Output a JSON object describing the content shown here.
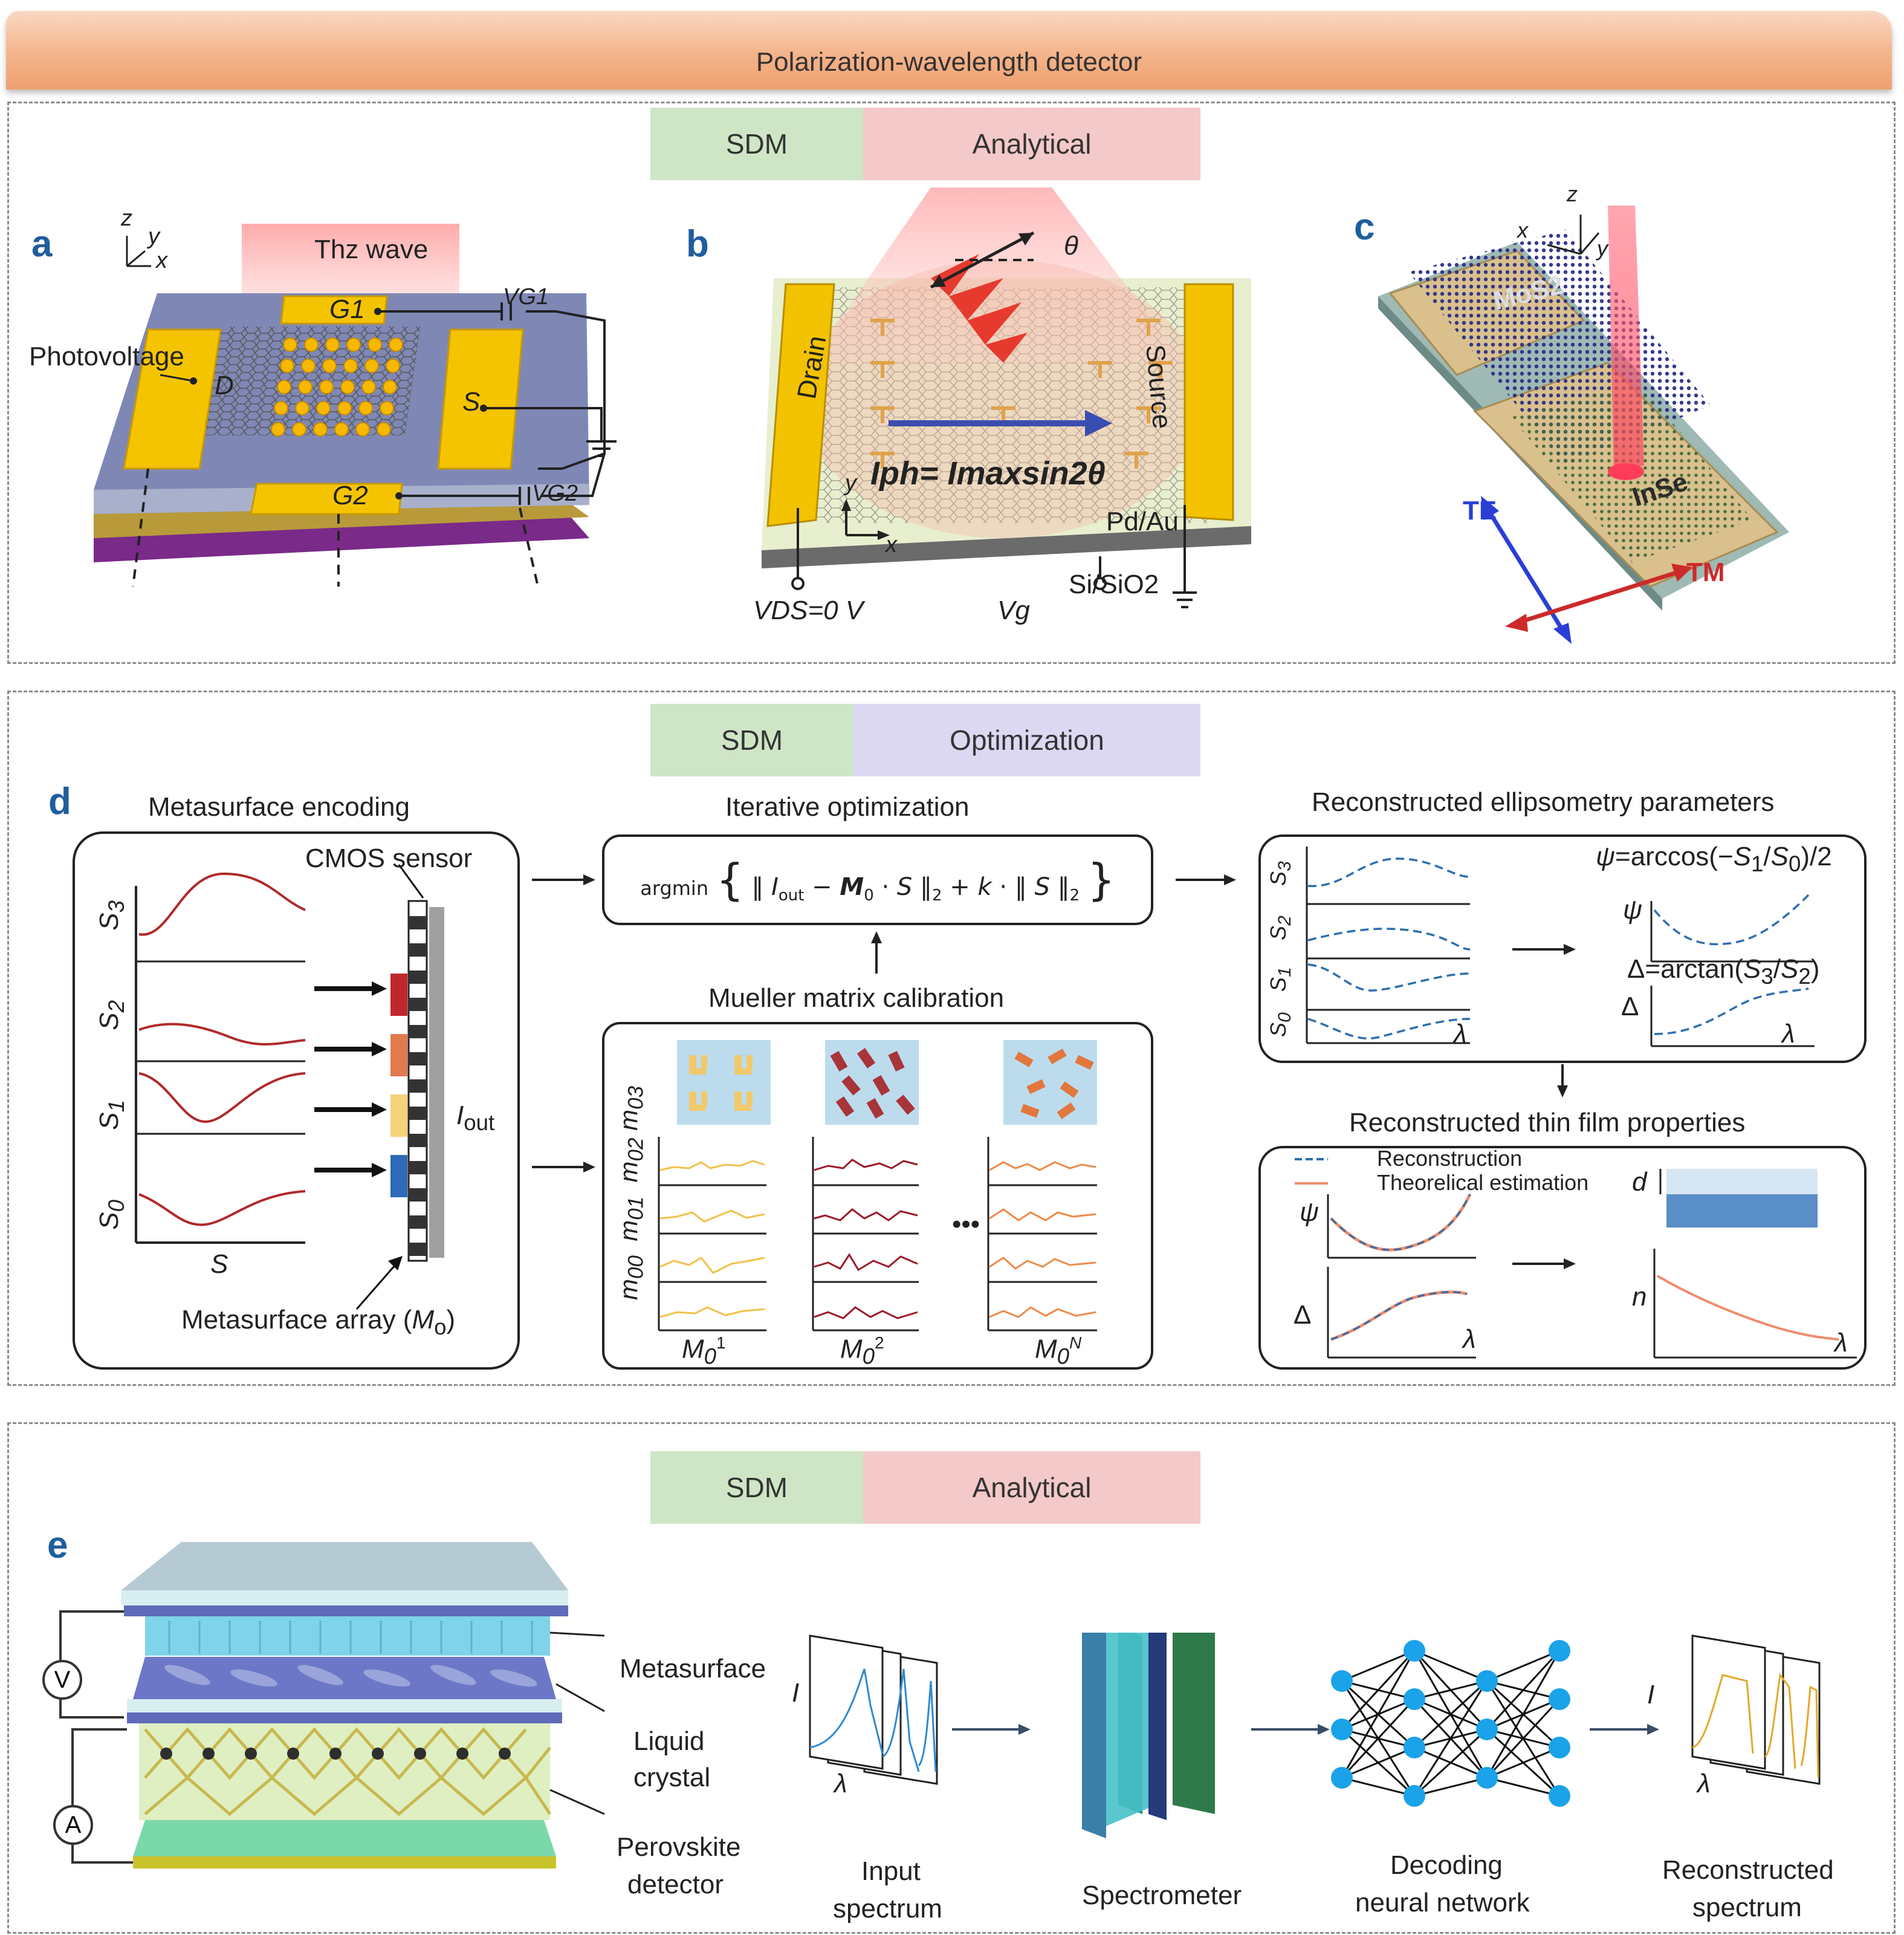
{
  "header": {
    "title": "Polarization-wavelength detector"
  },
  "panel1": {
    "tags": [
      "SDM",
      "Analytical"
    ],
    "a": {
      "letter": "a",
      "wave": "Thz wave",
      "photovoltage": "Photovoltage",
      "D": "D",
      "S": "S",
      "G1": "G1",
      "G2": "G2",
      "VG1": "VG1",
      "VG2": "VG2",
      "axes": [
        "z",
        "y",
        "x"
      ]
    },
    "b": {
      "letter": "b",
      "theta": "θ",
      "drain": "Drain",
      "source": "Source",
      "formula": "Iph= Imaxsin2θ",
      "pdau": "Pd/Au",
      "sisio2": "Si/SiO2",
      "vds": "VDS=0 V",
      "vg": "Vg",
      "axes": [
        "y",
        "x"
      ]
    },
    "c": {
      "letter": "c",
      "mos2": "MoS2",
      "inse": "InSe",
      "te": "TE",
      "tm": "TM",
      "axes": [
        "z",
        "x",
        "y"
      ]
    }
  },
  "panel2": {
    "tags": [
      "SDM",
      "Optimization"
    ],
    "d": {
      "letter": "d",
      "encoding_title": "Metasurface encoding",
      "cmos": "CMOS sensor",
      "stokes": [
        "S3",
        "S2",
        "S1",
        "S0"
      ],
      "s_axis": "S",
      "iout": "Iout",
      "array": "Metasurface array (Mo)",
      "iter_title": "Iterative optimization",
      "argmin": "argmin",
      "mueller_title": "Mueller matrix calibration",
      "mueller_rows": [
        "m03",
        "m02",
        "m01",
        "m00"
      ],
      "mueller_labels": [
        "M01",
        "M02",
        "M0N"
      ],
      "dots": "•••",
      "ellip_title": "Reconstructed ellipsometry parameters",
      "ellip_rows": [
        "S3",
        "S2",
        "S1",
        "S0"
      ],
      "psi_eq": "ψ=arccos(−S1/S0)/2",
      "delta_eq": "Δ=arctan(S3/S2)",
      "psi": "ψ",
      "delta": "Δ",
      "lambda": "λ",
      "thin_title": "Reconstructed thin film properties",
      "legend": [
        "Reconstruction",
        "Theorelical estimation"
      ],
      "d_label": "d",
      "n_label": "n"
    }
  },
  "panel3": {
    "tags": [
      "SDM",
      "Analytical"
    ],
    "e": {
      "letter": "e",
      "v": "V",
      "a": "A",
      "metasurface": "Metasurface",
      "lc": [
        "Liquid",
        "crystal"
      ],
      "perovskite": [
        "Perovskite",
        "detector"
      ],
      "i": "I",
      "lambda": "λ",
      "input": [
        "Input",
        "spectrum"
      ],
      "spectrometer": "Spectrometer",
      "decoding": [
        "Decoding",
        "neural network"
      ],
      "recon": [
        "Reconstructed",
        "spectrum"
      ]
    }
  },
  "colors": {
    "gold": "#f5c400",
    "tag_sdm": "#cfe6c6",
    "tag_analytical": "#f4c9c9",
    "tag_optimization": "#dcd8f2",
    "curve_red": "#b02a2a",
    "dash_blue": "#2f6fae",
    "nn_blue": "#1aa3e8"
  }
}
